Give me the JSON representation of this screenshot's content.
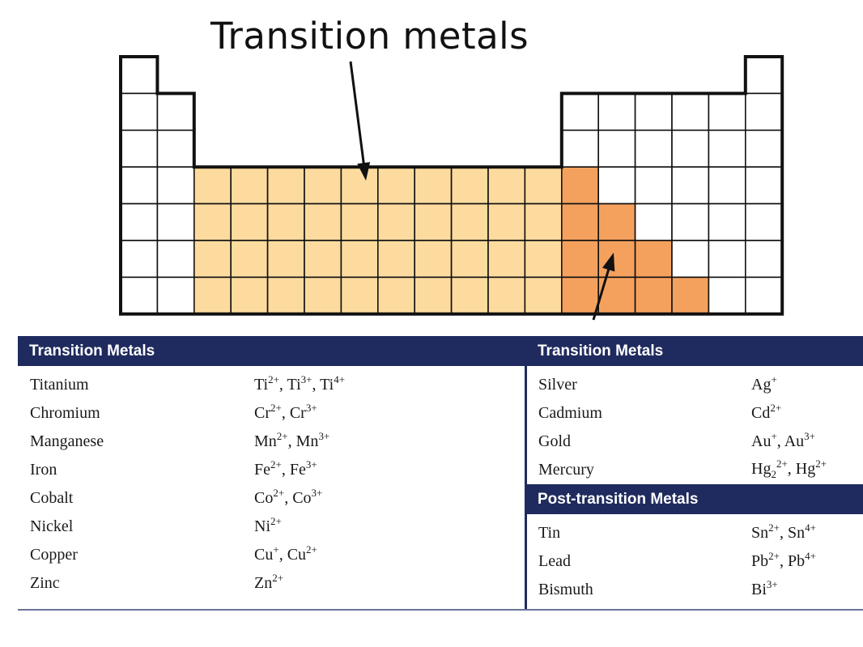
{
  "diagram": {
    "title": "Transition metals",
    "colors": {
      "transition": "#fddb9e",
      "post_transition": "#f5a15e",
      "grid": "#111111"
    }
  },
  "table_left": {
    "header": "Transition Metals",
    "rows": [
      {
        "name": "Titanium",
        "ions": [
          "Ti",
          "2+",
          ", Ti",
          "3+",
          ", Ti",
          "4+"
        ]
      },
      {
        "name": "Chromium",
        "ions": [
          "Cr",
          "2+",
          ", Cr",
          "3+"
        ]
      },
      {
        "name": "Manganese",
        "ions": [
          "Mn",
          "2+",
          ", Mn",
          "3+"
        ]
      },
      {
        "name": "Iron",
        "ions": [
          "Fe",
          "2+",
          ", Fe",
          "3+"
        ]
      },
      {
        "name": "Cobalt",
        "ions": [
          "Co",
          "2+",
          ", Co",
          "3+"
        ]
      },
      {
        "name": "Nickel",
        "ions": [
          "Ni",
          "2+"
        ]
      },
      {
        "name": "Copper",
        "ions": [
          "Cu",
          "+",
          ", Cu",
          "2+"
        ]
      },
      {
        "name": "Zinc",
        "ions": [
          "Zn",
          "2+"
        ]
      }
    ]
  },
  "table_right": {
    "header": "Transition Metals",
    "rows": [
      {
        "name": "Silver",
        "ions": [
          "Ag",
          "+"
        ]
      },
      {
        "name": "Cadmium",
        "ions": [
          "Cd",
          "2+"
        ]
      },
      {
        "name": "Gold",
        "ions": [
          "Au",
          "+",
          ", Au",
          "3+"
        ]
      },
      {
        "name": "Mercury",
        "ions": [
          "Hg",
          "2",
          "2+",
          ", Hg",
          "2+"
        ]
      }
    ],
    "header2": "Post-transition Metals",
    "rows2": [
      {
        "name": "Tin",
        "ions": [
          "Sn",
          "2+",
          ", Sn",
          "4+"
        ]
      },
      {
        "name": "Lead",
        "ions": [
          "Pb",
          "2+",
          ", Pb",
          "4+"
        ]
      },
      {
        "name": "Bismuth",
        "ions": [
          "Bi",
          "3+"
        ]
      }
    ]
  }
}
